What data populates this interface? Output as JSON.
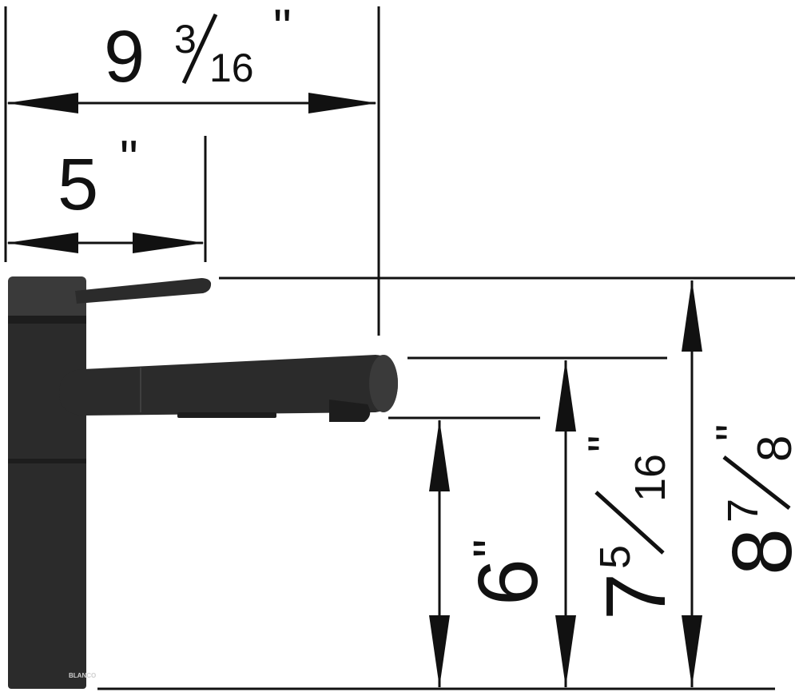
{
  "dimensions": {
    "overall_reach": {
      "whole": "9",
      "numerator": "3",
      "denominator": "16",
      "unit": "\""
    },
    "base_to_spout": {
      "whole": "5",
      "unit": "\""
    },
    "spout_clearance": {
      "whole": "6",
      "unit": "\""
    },
    "spout_top_height": {
      "whole": "7",
      "numerator": "5",
      "denominator": "16",
      "unit": "\""
    },
    "overall_height": {
      "whole": "8",
      "numerator": "7",
      "denominator": "8",
      "unit": "\""
    }
  },
  "product": {
    "brand_mark": "BLANCO"
  },
  "colors": {
    "line": "#111111",
    "faucet_body": "#2b2b2b"
  }
}
